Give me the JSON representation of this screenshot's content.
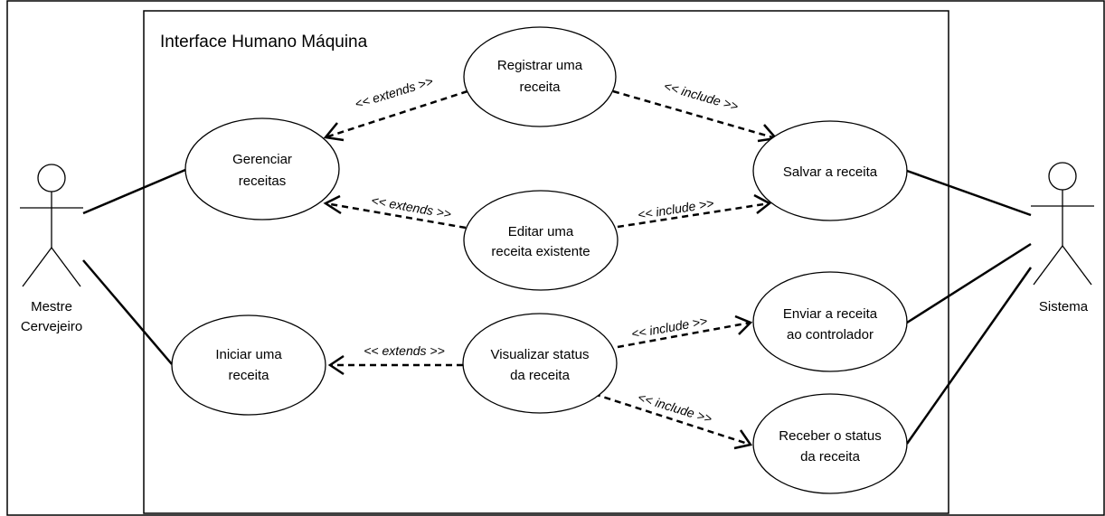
{
  "diagram": {
    "system_boundary": {
      "title": "Interface Humano Máquina"
    },
    "actors": [
      {
        "id": "mestre",
        "label_lines": [
          "Mestre",
          "Cervejeiro"
        ]
      },
      {
        "id": "sistema",
        "label_lines": [
          "Sistema"
        ]
      }
    ],
    "use_cases": [
      {
        "id": "registrar",
        "label_lines": [
          "Registrar uma",
          "receita"
        ]
      },
      {
        "id": "gerenciar",
        "label_lines": [
          "Gerenciar",
          "receitas"
        ]
      },
      {
        "id": "salvar",
        "label_lines": [
          "Salvar a receita"
        ]
      },
      {
        "id": "editar",
        "label_lines": [
          "Editar uma",
          "receita existente"
        ]
      },
      {
        "id": "iniciar",
        "label_lines": [
          "Iniciar uma",
          "receita"
        ]
      },
      {
        "id": "visualizar",
        "label_lines": [
          "Visualizar status",
          "da receita"
        ]
      },
      {
        "id": "enviar",
        "label_lines": [
          "Enviar a receita",
          "ao controlador"
        ]
      },
      {
        "id": "receber",
        "label_lines": [
          "Receber o status",
          "da receita"
        ]
      }
    ],
    "associations": [
      {
        "actor": "mestre",
        "use_case": "gerenciar"
      },
      {
        "actor": "mestre",
        "use_case": "iniciar"
      },
      {
        "actor": "sistema",
        "use_case": "salvar"
      },
      {
        "actor": "sistema",
        "use_case": "enviar"
      },
      {
        "actor": "sistema",
        "use_case": "receber"
      }
    ],
    "relationships": [
      {
        "id": "r1",
        "from": "registrar",
        "to": "gerenciar",
        "label": "<< extends >>"
      },
      {
        "id": "r2",
        "from": "registrar",
        "to": "salvar",
        "label": "<< include >>"
      },
      {
        "id": "r3",
        "from": "editar",
        "to": "gerenciar",
        "label": "<< extends >>"
      },
      {
        "id": "r4",
        "from": "editar",
        "to": "salvar",
        "label": "<< include >>"
      },
      {
        "id": "r5",
        "from": "visualizar",
        "to": "iniciar",
        "label": "<< extends >>"
      },
      {
        "id": "r6",
        "from": "visualizar",
        "to": "enviar",
        "label": "<< include >>"
      },
      {
        "id": "r7",
        "from": "visualizar",
        "to": "receber",
        "label": "<< include >>"
      }
    ]
  }
}
